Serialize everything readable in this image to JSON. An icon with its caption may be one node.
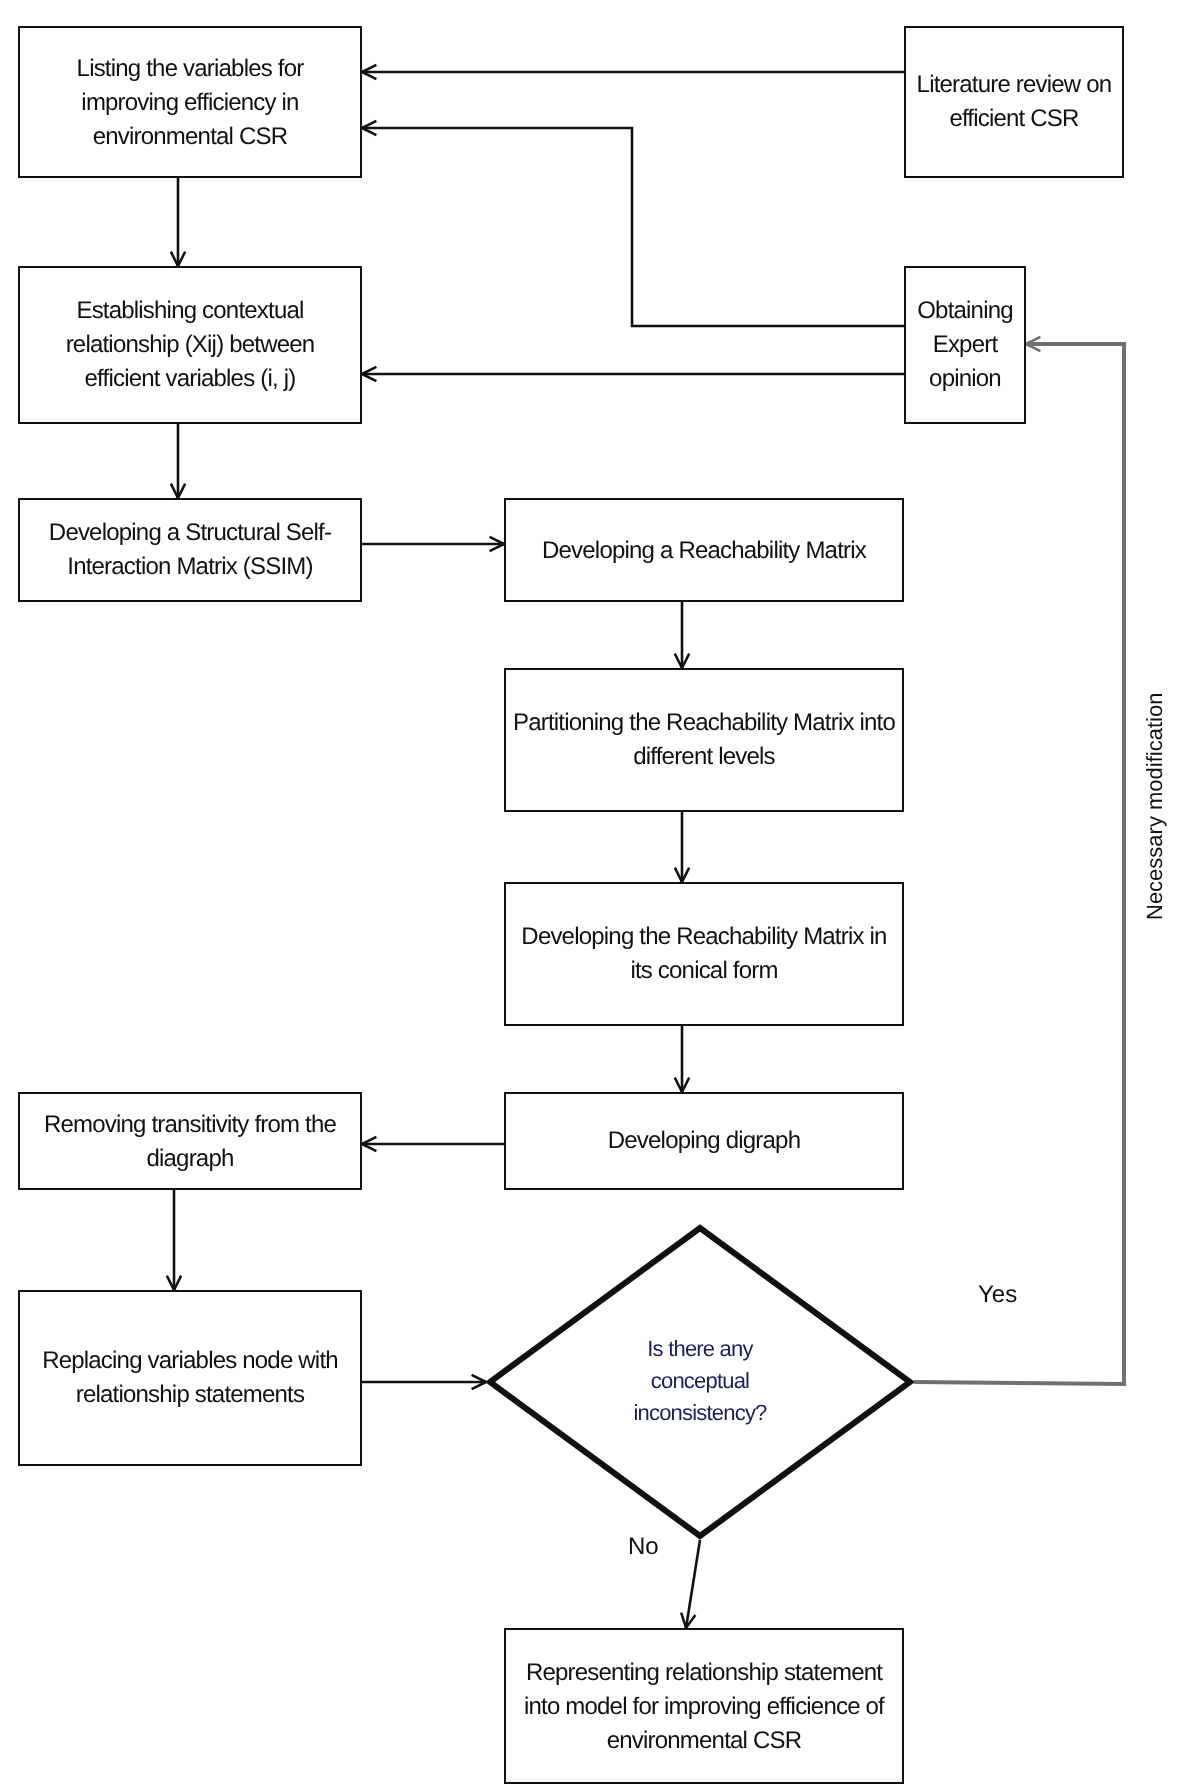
{
  "diagram": {
    "nodes": [
      {
        "text": [
          "Listing the variables for improving efficiency in environmental CSR"
        ]
      },
      {
        "text": [
          "Literature review on efficient CSR"
        ]
      },
      {
        "text": [
          "Establishing contextual relationship (Xij) between efficient variables (i, j)"
        ]
      },
      {
        "text": [
          "Obtaining Expert opinion"
        ]
      },
      {
        "text": [
          "Developing a Structural Self-Interaction Matrix (SSIM)"
        ]
      },
      {
        "text": [
          "Developing a Reachability Matrix"
        ]
      },
      {
        "text": [
          "Partitioning the Reachability Matrix into different levels"
        ]
      },
      {
        "text": [
          "Developing the Reachability Matrix in its conical form"
        ]
      },
      {
        "text": [
          "Removing transitivity from the diagraph"
        ]
      },
      {
        "text": [
          "Developing digraph"
        ]
      },
      {
        "text": [
          "Replacing variables node with relationship statements"
        ]
      },
      {
        "text": [
          "Is there any conceptual inconsistency?"
        ]
      },
      {
        "text": [
          "Representing relationship statement into model for improving efficience of environmental CSR"
        ]
      }
    ],
    "edges": [
      {
        "from": 1,
        "to": 0,
        "arrow": "to"
      },
      {
        "from": 3,
        "to": 0,
        "arrow": "to"
      },
      {
        "from": 3,
        "to": 2,
        "arrow": "to"
      },
      {
        "from": 0,
        "to": 2,
        "arrow": "to"
      },
      {
        "from": 2,
        "to": 4,
        "arrow": "to"
      },
      {
        "from": 4,
        "to": 5,
        "arrow": "to"
      },
      {
        "from": 5,
        "to": 6,
        "arrow": "to"
      },
      {
        "from": 6,
        "to": 7,
        "arrow": "to"
      },
      {
        "from": 7,
        "to": 9,
        "arrow": "to"
      },
      {
        "from": 9,
        "to": 8,
        "arrow": "to"
      },
      {
        "from": 8,
        "to": 10,
        "arrow": "to"
      },
      {
        "from": 10,
        "to": 11,
        "arrow": "to"
      },
      {
        "from": 11,
        "to": 12,
        "arrow": "to",
        "label": "No"
      },
      {
        "from": 11,
        "to": 3,
        "arrow": "to",
        "label": "Yes",
        "color": "#707070"
      }
    ],
    "labels": [
      "Necessary modification"
    ]
  }
}
